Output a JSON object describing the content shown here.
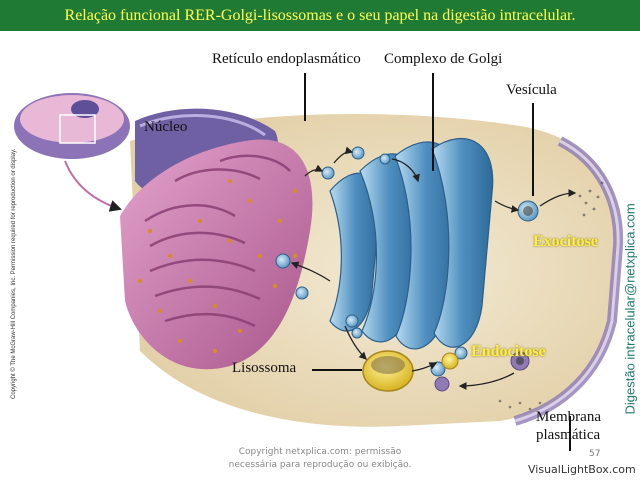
{
  "title": "Relação funcional RER-Golgi-lisossomas e o seu papel na digestão intracelular.",
  "labels": {
    "reticulo": "Retículo endoplasmático",
    "golgi": "Complexo de Golgi",
    "vesicula": "Vesícula",
    "nucleo": "Núcleo",
    "exocitose": "Exocitose",
    "endocitose": "Endocitose",
    "lisossoma": "Lisossoma",
    "membrana_1": "Membrana",
    "membrana_2": "plasmática"
  },
  "side_left": "Copyright © The McGraw-Hill Companies, Inc. Permission required for reproduction or display.",
  "side_right": "Digestão intracelular@netxplica.com",
  "footer": {
    "line1": "Copyright netxplica.com: permissão",
    "line2": "necessária para reprodução ou exibição.",
    "page": "57",
    "watermark": "VisualLightBox.com"
  },
  "colors": {
    "title_bar": "#1f7a33",
    "title_text": "#ffff55",
    "er": "#c86fa8",
    "golgi": "#5d9ec9",
    "lysosome": "#f2d84a",
    "cytoplasm": "#efe3c7"
  }
}
